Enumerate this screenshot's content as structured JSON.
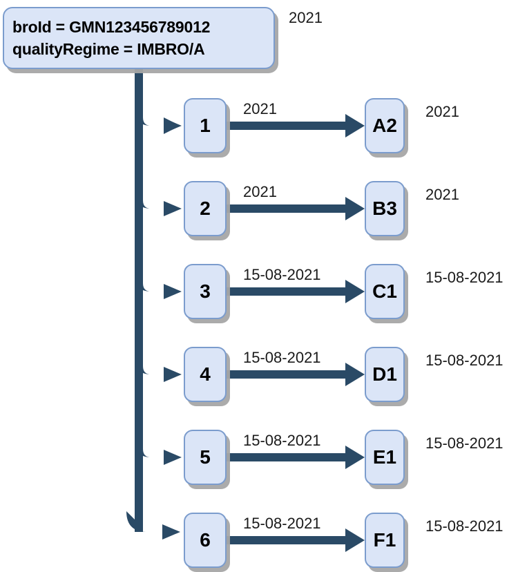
{
  "diagram": {
    "title_box": {
      "line1": "broId = GMN123456789012",
      "line2": "qualityRegime = IMBRO/A",
      "side_label": "2021"
    },
    "colors": {
      "node_fill": "#dbe5f7",
      "node_border": "#7b9ccd",
      "connector": "#2a4a66",
      "shadow": "#a6a6a6",
      "text": "#000000"
    },
    "rows": [
      {
        "seq_label": "1",
        "edge_label": "2021",
        "target_label": "A2",
        "side_label": "2021"
      },
      {
        "seq_label": "2",
        "edge_label": "2021",
        "target_label": "B3",
        "side_label": "2021"
      },
      {
        "seq_label": "3",
        "edge_label": "15-08-2021",
        "target_label": "C1",
        "side_label": "15-08-2021"
      },
      {
        "seq_label": "4",
        "edge_label": "15-08-2021",
        "target_label": "D1",
        "side_label": "15-08-2021"
      },
      {
        "seq_label": "5",
        "edge_label": "15-08-2021",
        "target_label": "E1",
        "side_label": "15-08-2021"
      },
      {
        "seq_label": "6",
        "edge_label": "15-08-2021",
        "target_label": "F1",
        "side_label": "15-08-2021"
      }
    ]
  }
}
